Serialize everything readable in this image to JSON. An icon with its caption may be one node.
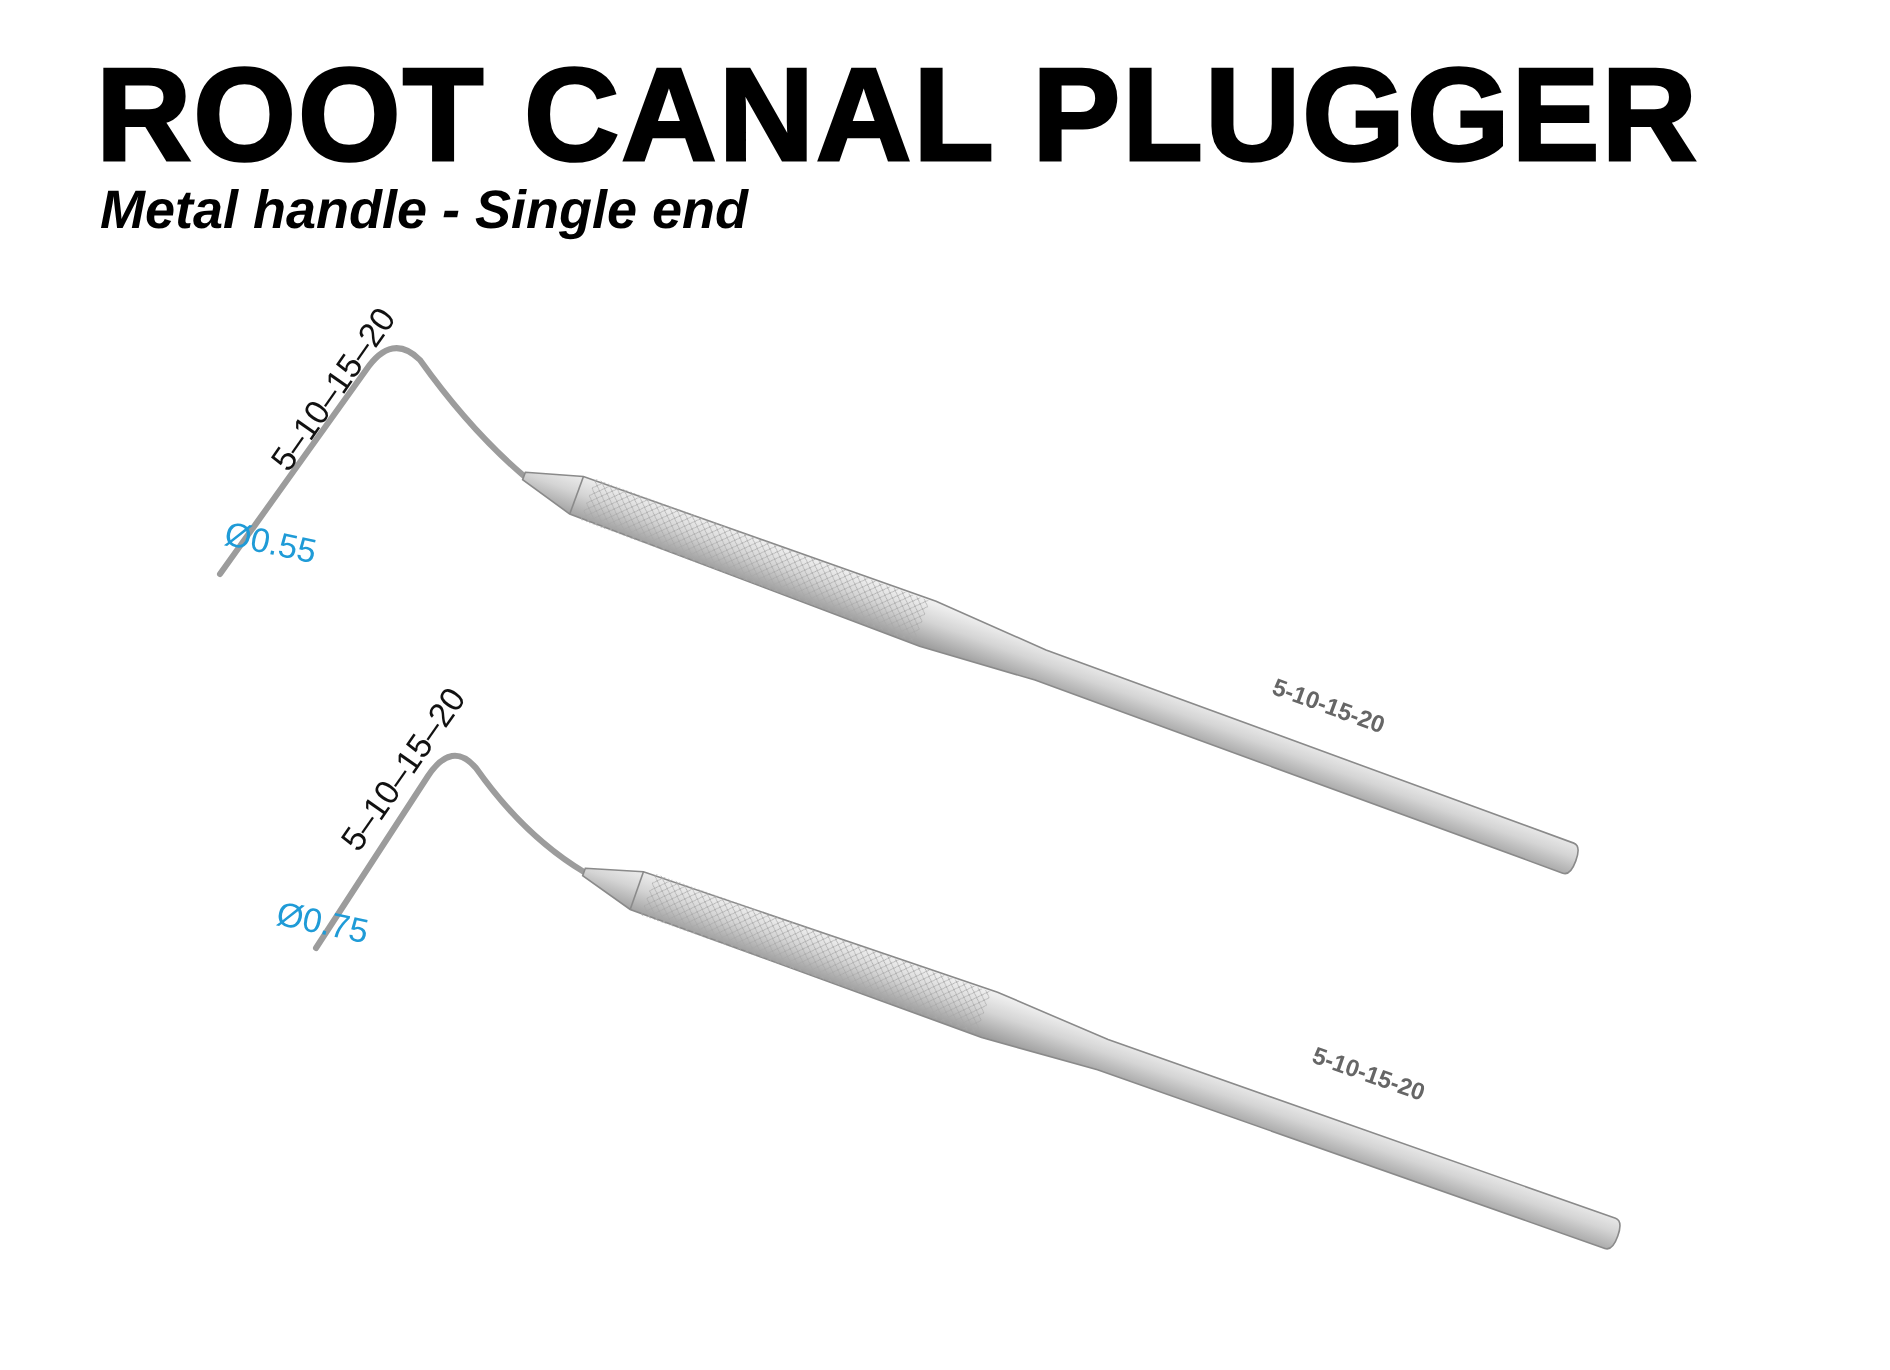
{
  "diagram": {
    "title": "ROOT CANAL PLUGGER",
    "labels": [
      "Metal handle - Single end",
      "5–10–15–20",
      "Ø0.55",
      "5-10-15-20",
      "5–10–15–20",
      "Ø0.75",
      "5-10-15-20"
    ]
  }
}
